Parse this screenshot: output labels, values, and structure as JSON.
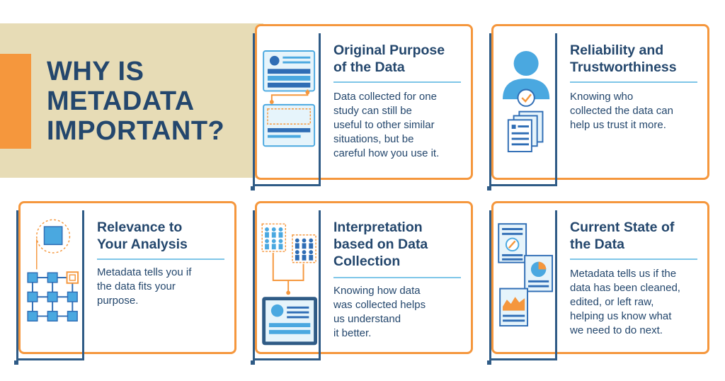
{
  "header": {
    "title_line1": "WHY IS",
    "title_line2": "METADATA",
    "title_line3": "IMPORTANT?"
  },
  "colors": {
    "navy": "#24476d",
    "orange": "#f5973d",
    "sky": "#4aa8e0",
    "band": "#e7dcb6"
  },
  "cards": [
    {
      "title_lines": [
        "Original Purpose",
        "of the Data"
      ],
      "body_lines": [
        "Data collected for one",
        "study can still be",
        "useful to other similar",
        "situations, but be",
        "careful how you use it."
      ],
      "icon": "data-flow-documents-icon"
    },
    {
      "title_lines": [
        "Reliability and",
        "Trustworthiness"
      ],
      "body_lines": [
        "Knowing who",
        "collected the data can",
        "help us trust it more."
      ],
      "icon": "verified-person-icon"
    },
    {
      "title_lines": [
        "Relevance to",
        "Your Analysis"
      ],
      "body_lines": [
        "Metadata tells you if",
        "the data fits your",
        "purpose."
      ],
      "icon": "node-network-icon"
    },
    {
      "title_lines": [
        "Interpretation",
        "based on Data",
        "Collection"
      ],
      "body_lines": [
        "Knowing how data",
        "was collected helps",
        "us understand",
        "it better."
      ],
      "icon": "people-groups-icon"
    },
    {
      "title_lines": [
        "Current State of",
        "the Data"
      ],
      "body_lines": [
        "Metadata tells us if the",
        "data has been cleaned,",
        "edited, or left raw,",
        "helping us know what",
        "we need to do next."
      ],
      "icon": "data-documents-icon"
    }
  ]
}
